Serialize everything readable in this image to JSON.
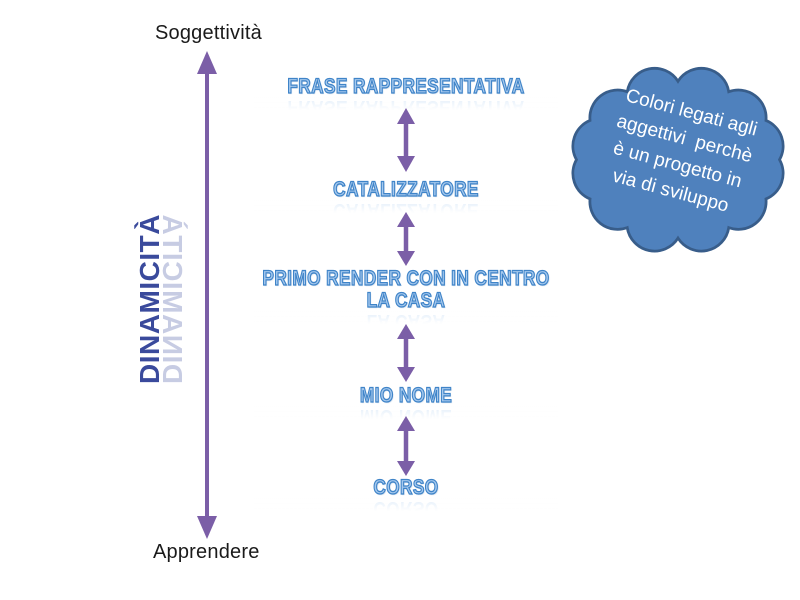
{
  "axis": {
    "top_label": "Soggettività",
    "bottom_label": "Apprendere",
    "rotated_label": "DINAMICITÀ",
    "rotated_label_color": "#3A4A9C",
    "arrow_color": "#7B5EA7"
  },
  "chain": {
    "text_fill": "#A6C9EE",
    "text_outline": "#3F84C8",
    "items": [
      {
        "label": "FRASE RAPPRESENTATIVA"
      },
      {
        "label": "CATALIZZATORE"
      },
      {
        "label": "PRIMO RENDER CON IN CENTRO LA CASA"
      },
      {
        "label": "MIO NOME"
      },
      {
        "label": "CORSO"
      }
    ]
  },
  "cloud": {
    "fill": "#4F81BD",
    "outline": "#385D8A",
    "text_color": "#FFFFFF",
    "lines": [
      "Colori legati agli",
      "aggettivi  perchè",
      "è un progetto in",
      "via di sviluppo"
    ]
  }
}
